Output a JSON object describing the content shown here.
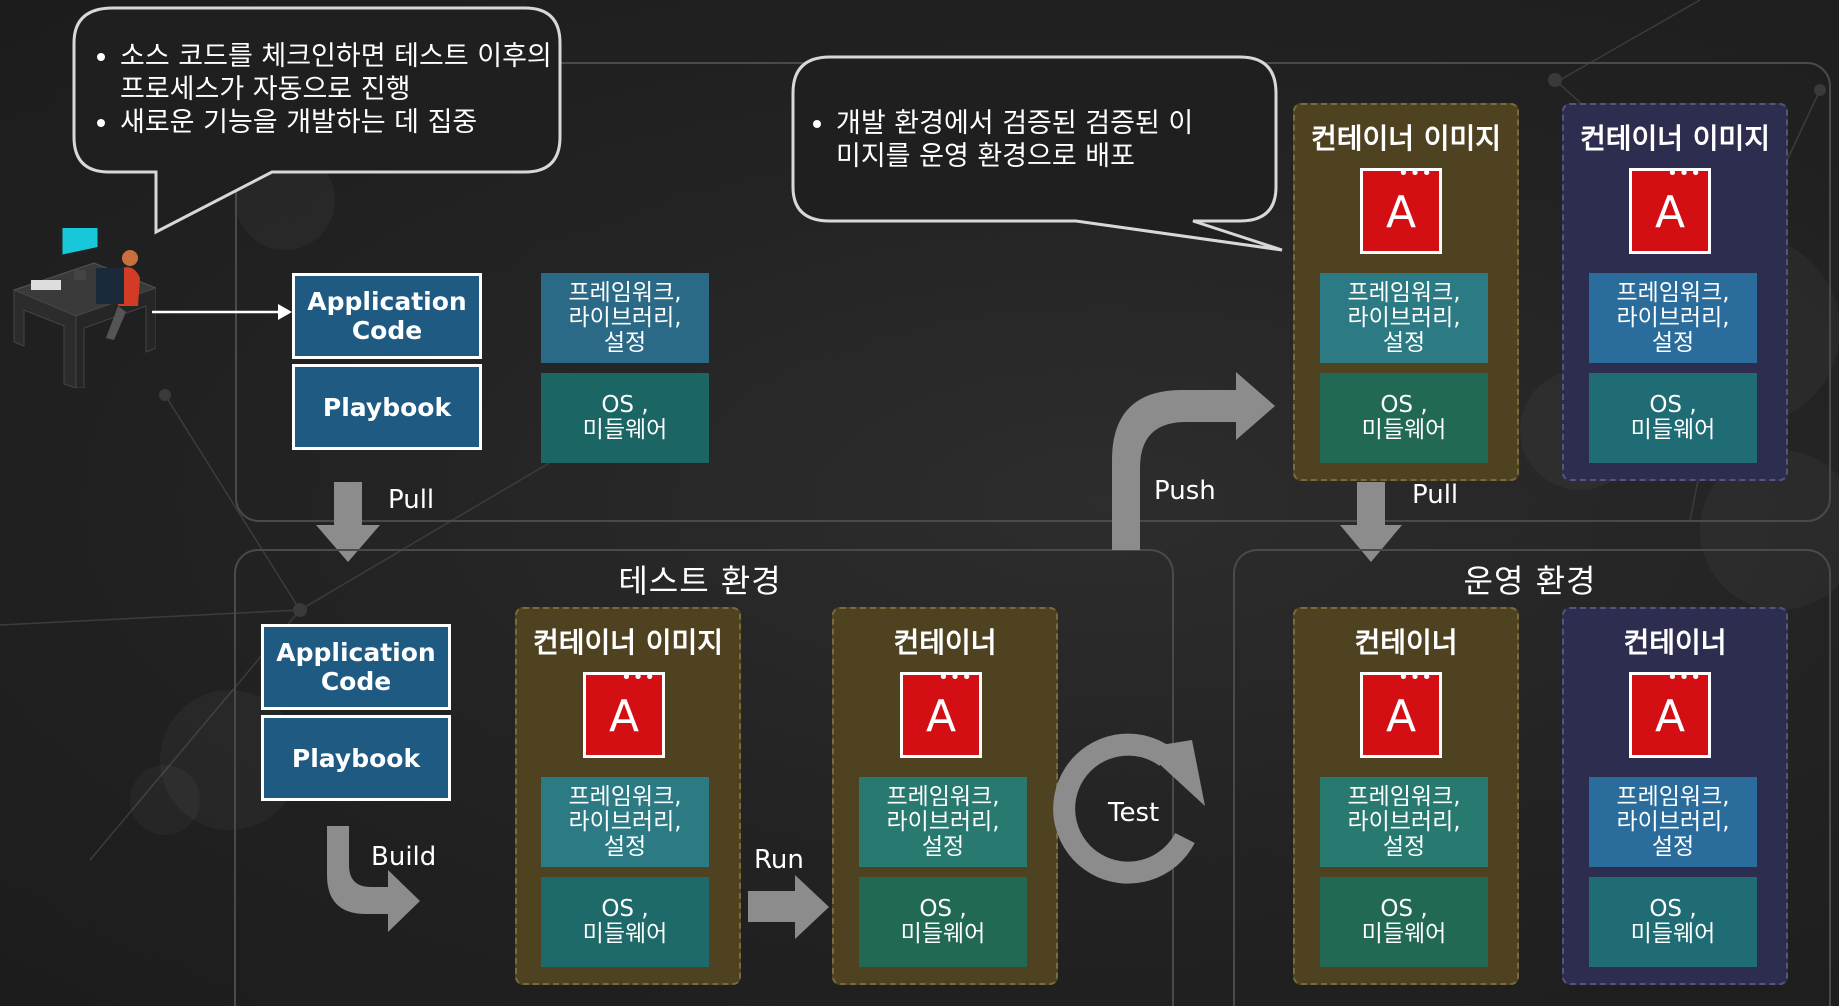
{
  "bubble_left": {
    "items": [
      "소스 코드를 체크인하면 테스트 이후의 프로세스가 자동으로 진행",
      "새로운 기능을 개발하는 데 집중"
    ]
  },
  "bubble_right": {
    "items": [
      "개발 환경에서 검증된 검증된 이미지를 운영 환경으로 배포"
    ]
  },
  "dev": {
    "app_code": "Application Code",
    "playbook": "Playbook",
    "fw": "프레임워크,\n라이브러리,\n설정",
    "os": "OS ,\n미들웨어"
  },
  "test_env": {
    "title": "테스트 환경",
    "app_code": "Application Code",
    "playbook": "Playbook",
    "image_title": "컨테이너 이미지",
    "container_title": "컨테이너",
    "fw": "프레임워크,\n라이브러리,\n설정",
    "os": "OS ,\n미들웨어"
  },
  "registry": {
    "image1_title": "컨테이너 이미지",
    "image2_title": "컨테이너 이미지",
    "fw": "프레임워크,\n라이브러리,\n설정",
    "os": "OS ,\n미들웨어"
  },
  "prod_env": {
    "title": "운영 환경",
    "container1_title": "컨테이너",
    "container2_title": "컨테이너",
    "fw": "프레임워크,\n라이브러리,\n설정",
    "os": "OS ,\n미들웨어"
  },
  "app_icon_letter": "A",
  "app_icon_dots": "•••",
  "labels": {
    "pull1": "Pull",
    "pull2": "Pull",
    "push": "Push",
    "build": "Build",
    "run": "Run",
    "test": "Test"
  },
  "icons": {
    "developer": "developer-at-desk-icon",
    "app": "application-window-icon"
  },
  "colors": {
    "code_box": "#1e5a82",
    "app_icon": "#d40f14",
    "container_gold": "#4f4221",
    "container_navy": "#2c2d4f",
    "arrow": "#8c8c8c"
  }
}
